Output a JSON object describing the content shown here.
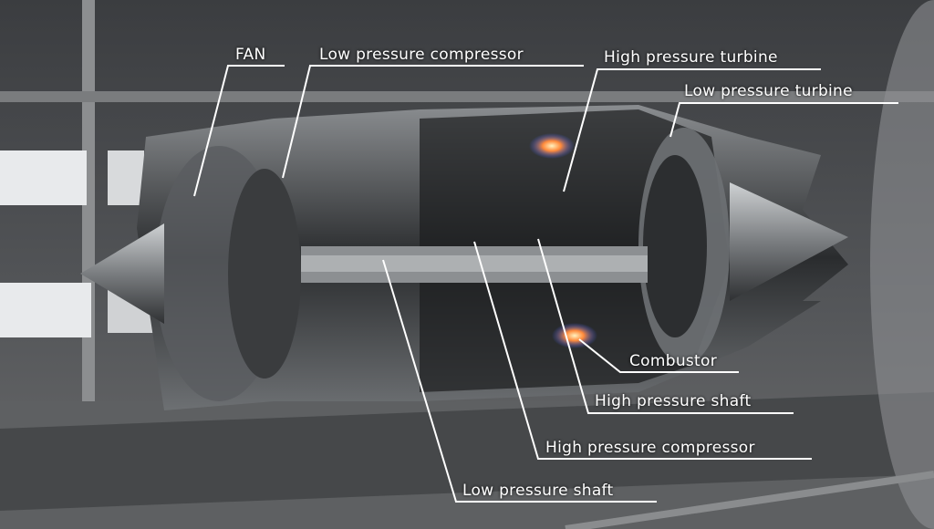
{
  "labels": {
    "fan": "FAN",
    "low_pressure_compressor": "Low pressure compressor",
    "high_pressure_turbine": "High pressure turbine",
    "low_pressure_turbine": "Low pressure turbine",
    "combustor": "Combustor",
    "high_pressure_shaft": "High pressure shaft",
    "high_pressure_compressor": "High pressure compressor",
    "low_pressure_shaft": "Low pressure shaft"
  }
}
